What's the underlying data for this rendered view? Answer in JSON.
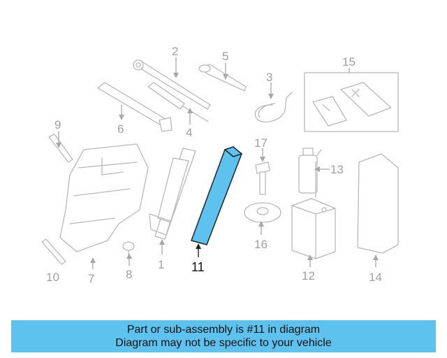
{
  "diagram": {
    "callouts": [
      "1",
      "2",
      "3",
      "4",
      "5",
      "6",
      "7",
      "8",
      "9",
      "10",
      "11",
      "12",
      "13",
      "14",
      "15",
      "16",
      "17"
    ],
    "highlighted_callout": "11",
    "highlight_color": "#5ec2ee",
    "parts_color": "#b8b8b8"
  },
  "banner": {
    "line1": "Part or sub-assembly is #11 in diagram",
    "line2": "Diagram may not be specific to your vehicle",
    "color": "#5ec2ee"
  }
}
